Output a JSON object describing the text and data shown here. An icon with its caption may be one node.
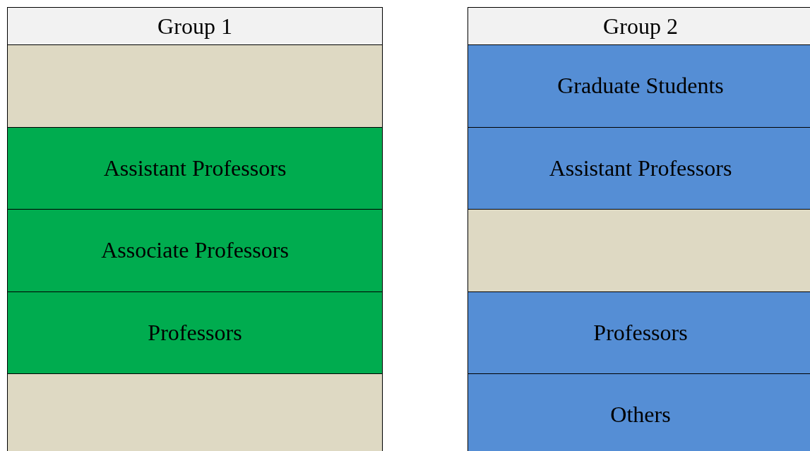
{
  "diagram": {
    "nodes": [
      {
        "text": [
          "Group 1"
        ]
      },
      {
        "text": [],
        "shape": "box",
        "in": 0
      },
      {
        "text": [
          "Assistant Professors"
        ],
        "in": 0
      },
      {
        "text": [
          "Associate Professors"
        ],
        "in": 0
      },
      {
        "text": [
          "Professors"
        ],
        "in": 0
      },
      {
        "text": [],
        "shape": "box",
        "in": 0
      },
      {
        "text": [
          "Group 2"
        ]
      },
      {
        "text": [
          "Graduate Students"
        ],
        "in": 6
      },
      {
        "text": [
          "Assistant Professors"
        ],
        "in": 6
      },
      {
        "text": [],
        "shape": "box",
        "in": 6
      },
      {
        "text": [
          "Professors"
        ],
        "in": 6
      },
      {
        "text": [
          "Others"
        ],
        "in": 6
      }
    ]
  }
}
